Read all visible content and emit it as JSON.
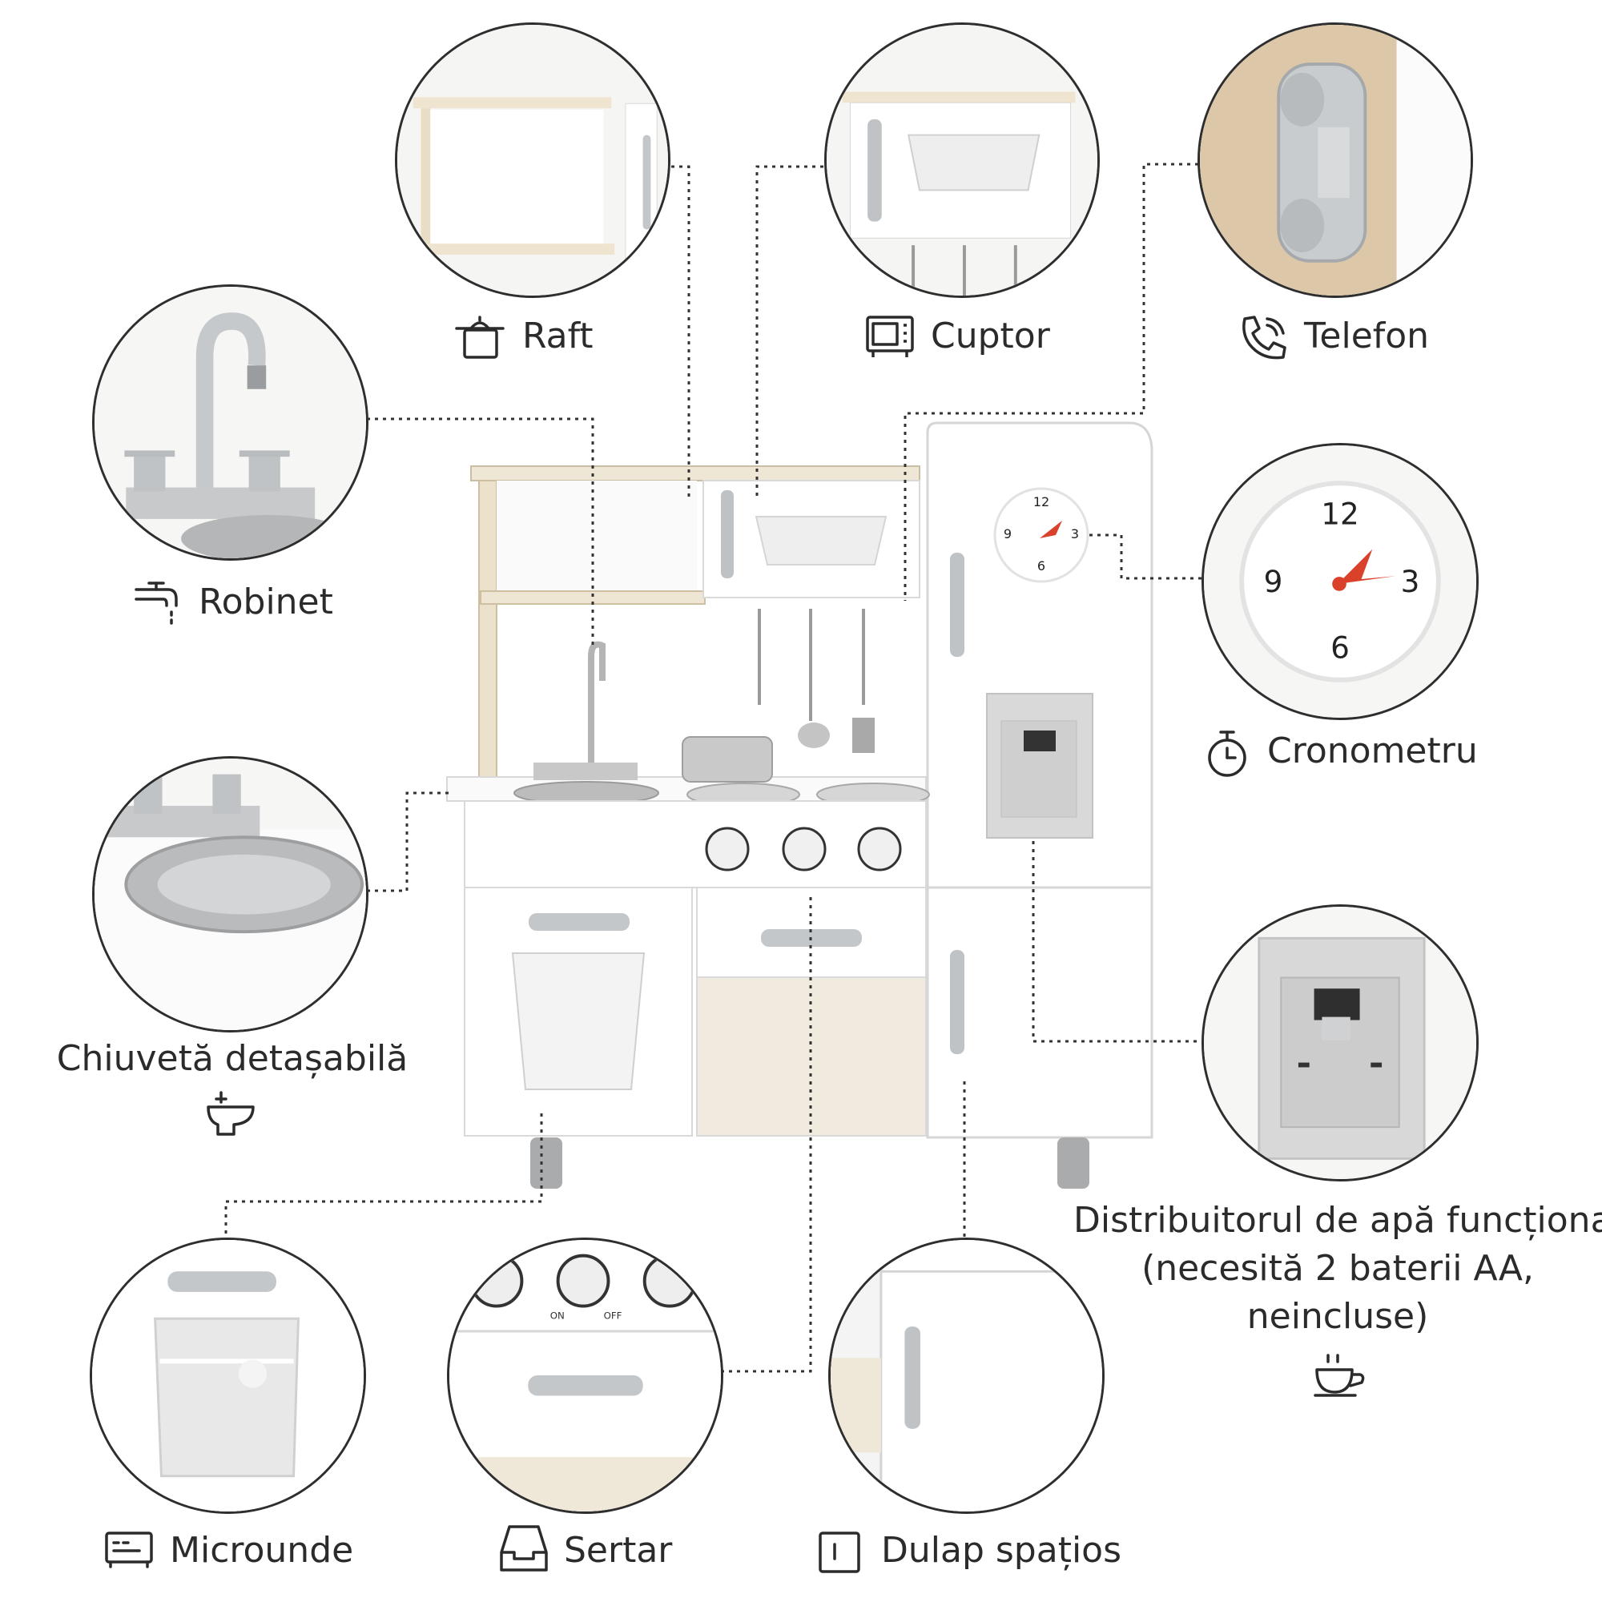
{
  "labels": {
    "raft": "Raft",
    "cuptor": "Cuptor",
    "telefon": "Telefon",
    "robinet": "Robinet",
    "cronometru": "Cronometru",
    "chiuveta": "Chiuvetă detașabilă",
    "distribuitor_line1": "Distribuitorul de apă funcțional",
    "distribuitor_line2": "(necesită 2 baterii AA,",
    "distribuitor_line3": "neincluse)",
    "microunde": "Microunde",
    "sertar": "Sertar",
    "dulap": "Dulap spațios"
  },
  "clock": {
    "n12": "12",
    "n3": "3",
    "n6": "6",
    "n9": "9"
  },
  "knob": {
    "on": "ON",
    "off": "OFF"
  },
  "colors": {
    "outline": "#2e2e2e",
    "cabinet": "#ffffff",
    "wood": "#e8dcc4",
    "silver": "#bfc2c5",
    "clock_hand": "#d9412b"
  },
  "icons": [
    "pot-icon",
    "oven-icon",
    "phone-icon",
    "faucet-icon",
    "timer-icon",
    "washbasin-icon",
    "cup-icon",
    "microwave-icon",
    "drawer-tray-icon",
    "cabinet-door-icon"
  ]
}
